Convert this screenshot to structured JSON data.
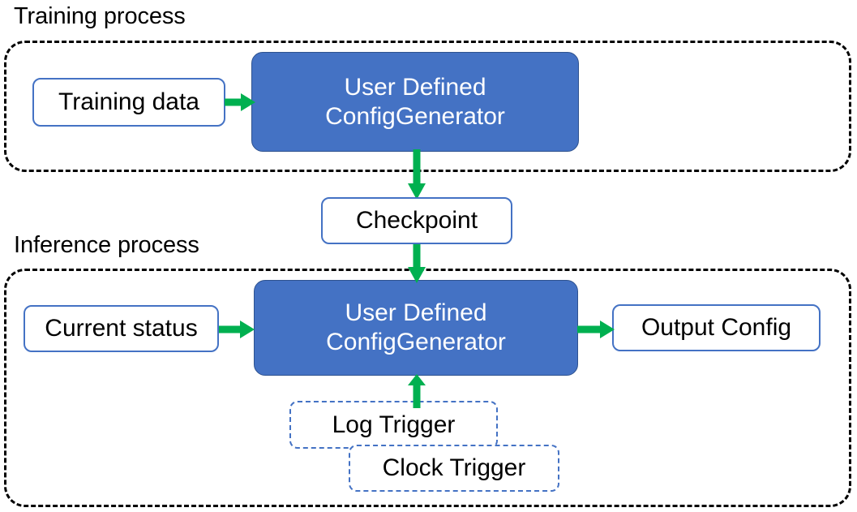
{
  "diagram": {
    "title_training": "Training process",
    "title_inference": "Inference process",
    "colors": {
      "primary_blue": "#4472C4",
      "arrow_green": "#00B050",
      "container_border": "#000000",
      "node_border_blue": "#4472C4",
      "text_dark": "#000000",
      "text_light": "#FFFFFF",
      "background": "#FFFFFF"
    },
    "training": {
      "input_label": "Training data",
      "processor_line1": "User Defined",
      "processor_line2": "ConfigGenerator"
    },
    "shared": {
      "checkpoint_label": "Checkpoint"
    },
    "inference": {
      "input_label": "Current status",
      "processor_line1": "User Defined",
      "processor_line2": "ConfigGenerator",
      "output_label": "Output Config",
      "trigger_log": "Log Trigger",
      "trigger_clock": "Clock Trigger"
    },
    "arrows": [
      {
        "name": "training-data-to-generator",
        "direction": "right"
      },
      {
        "name": "training-generator-to-checkpoint",
        "direction": "down"
      },
      {
        "name": "checkpoint-to-inference-generator",
        "direction": "down"
      },
      {
        "name": "current-status-to-generator",
        "direction": "right"
      },
      {
        "name": "generator-to-output-config",
        "direction": "right"
      },
      {
        "name": "triggers-to-generator",
        "direction": "up"
      }
    ]
  }
}
